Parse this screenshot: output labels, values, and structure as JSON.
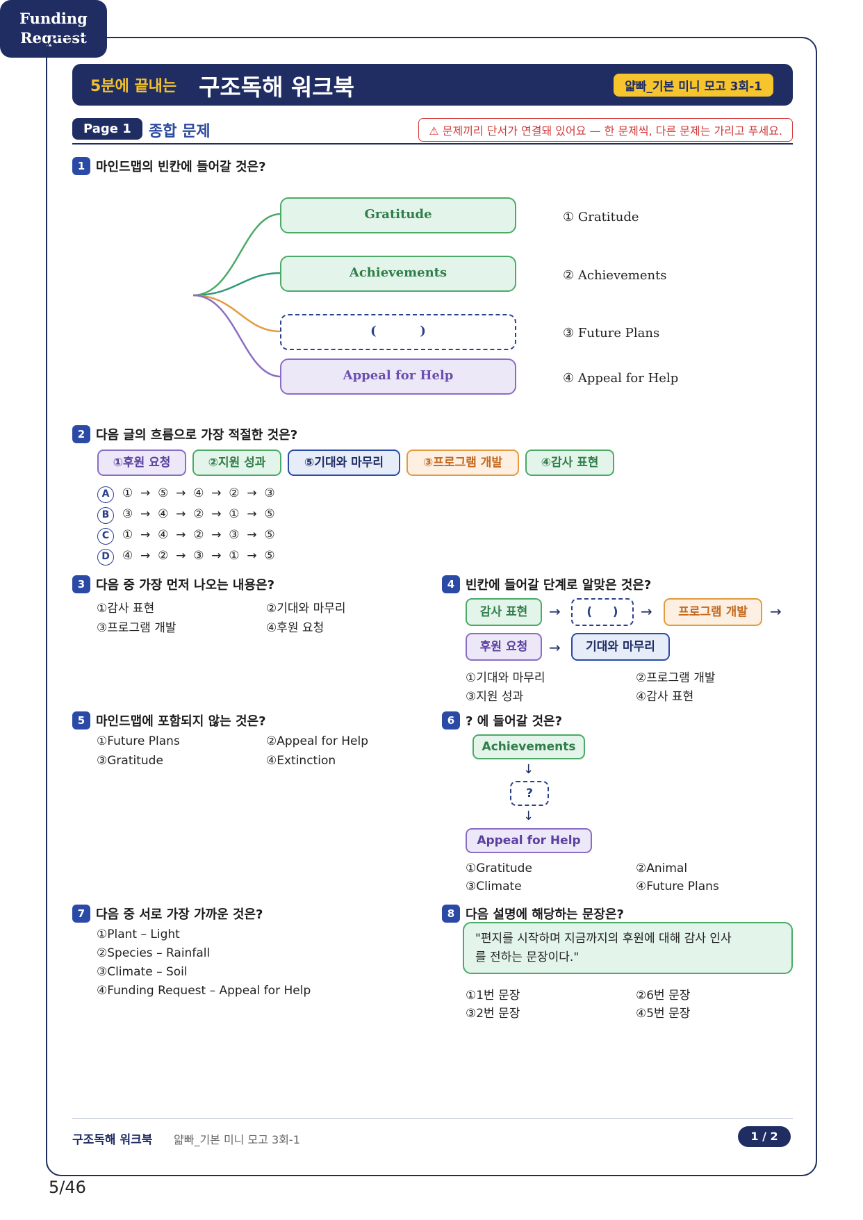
{
  "header": {
    "kicker": "5분에 끝내는",
    "title": "구조독해 워크북",
    "badge": "얇빠_기본 미니 모고 3회-1"
  },
  "subheader": {
    "page_label": "Page 1",
    "section": "종합 문제",
    "warning": "⚠ 문제끼리 단서가 연결돼 있어요 — 한 문제씩, 다른 문제는 가리고 푸세요."
  },
  "q1": {
    "num": "1",
    "title": "마인드맵의 빈칸에 들어갈 것은?",
    "root": [
      "Funding",
      "Request"
    ],
    "nodes": [
      "Gratitude",
      "Achievements",
      "(          )",
      "Appeal for Help"
    ],
    "options": [
      "① Gratitude",
      "② Achievements",
      "③ Future Plans",
      "④ Appeal for Help"
    ]
  },
  "q2": {
    "num": "2",
    "title": "다음 글의 흐름으로 가장 적절한 것은?",
    "chips": [
      "①후원 요청",
      "②지원 성과",
      "⑤기대와 마무리",
      "③프로그램 개발",
      "④감사 표현"
    ],
    "choices": [
      {
        "letter": "A",
        "seq": "①  →  ⑤  →  ④  →  ②  →  ③"
      },
      {
        "letter": "B",
        "seq": "③  →  ④  →  ②  →  ①  →  ⑤"
      },
      {
        "letter": "C",
        "seq": "①  →  ④  →  ②  →  ③  →  ⑤"
      },
      {
        "letter": "D",
        "seq": "④  →  ②  →  ③  →  ①  →  ⑤"
      }
    ]
  },
  "q3": {
    "num": "3",
    "title": "다음 중 가장 먼저 나오는 내용은?",
    "options": [
      "①감사 표현",
      "②기대와 마무리",
      "③프로그램 개발",
      "④후원 요청"
    ]
  },
  "q4": {
    "num": "4",
    "title": "빈칸에 들어갈 단계로 알맞은 것은?",
    "flow": [
      "감사 표현",
      "(     )",
      "프로그램 개발",
      "후원 요청",
      "기대와 마무리"
    ],
    "arrow": "→",
    "options": [
      "①기대와 마무리",
      "②프로그램 개발",
      "③지원 성과",
      "④감사 표현"
    ]
  },
  "q5": {
    "num": "5",
    "title": "마인드맵에 포함되지 않는 것은?",
    "options": [
      "①Future Plans",
      "②Appeal for Help",
      "③Gratitude",
      "④Extinction"
    ]
  },
  "q6": {
    "num": "6",
    "title": "? 에 들어갈 것은?",
    "top": "Achievements",
    "blank": "?",
    "bottom": "Appeal for Help",
    "down_arrow": "↓",
    "options": [
      "①Gratitude",
      "②Animal",
      "③Climate",
      "④Future Plans"
    ]
  },
  "q7": {
    "num": "7",
    "title": "다음 중 서로 가장 가까운 것은?",
    "options": [
      "①Plant – Light",
      "②Species – Rainfall",
      "③Climate – Soil",
      "④Funding Request – Appeal for Help"
    ]
  },
  "q8": {
    "num": "8",
    "title": "다음 설명에 해당하는 문장은?",
    "quote_line1": "\"편지를 시작하며 지금까지의 후원에 대해 감사 인사",
    "quote_line2": "를 전하는 문장이다.\"",
    "options": [
      "①1번 문장",
      "②6번 문장",
      "③2번 문장",
      "④5번 문장"
    ]
  },
  "footer": {
    "title": "구조독해 워크북",
    "sub": "얇빠_기본 미니 모고 3회-1",
    "page": "1 / 2"
  },
  "page_counter": "5/46",
  "colors": {
    "navy": "#1f2d63",
    "accent_yellow": "#f6c42c",
    "green": "#4aaa66",
    "purple": "#8a6cc4",
    "orange": "#e49a3e",
    "warning_red": "#d33a3a"
  }
}
